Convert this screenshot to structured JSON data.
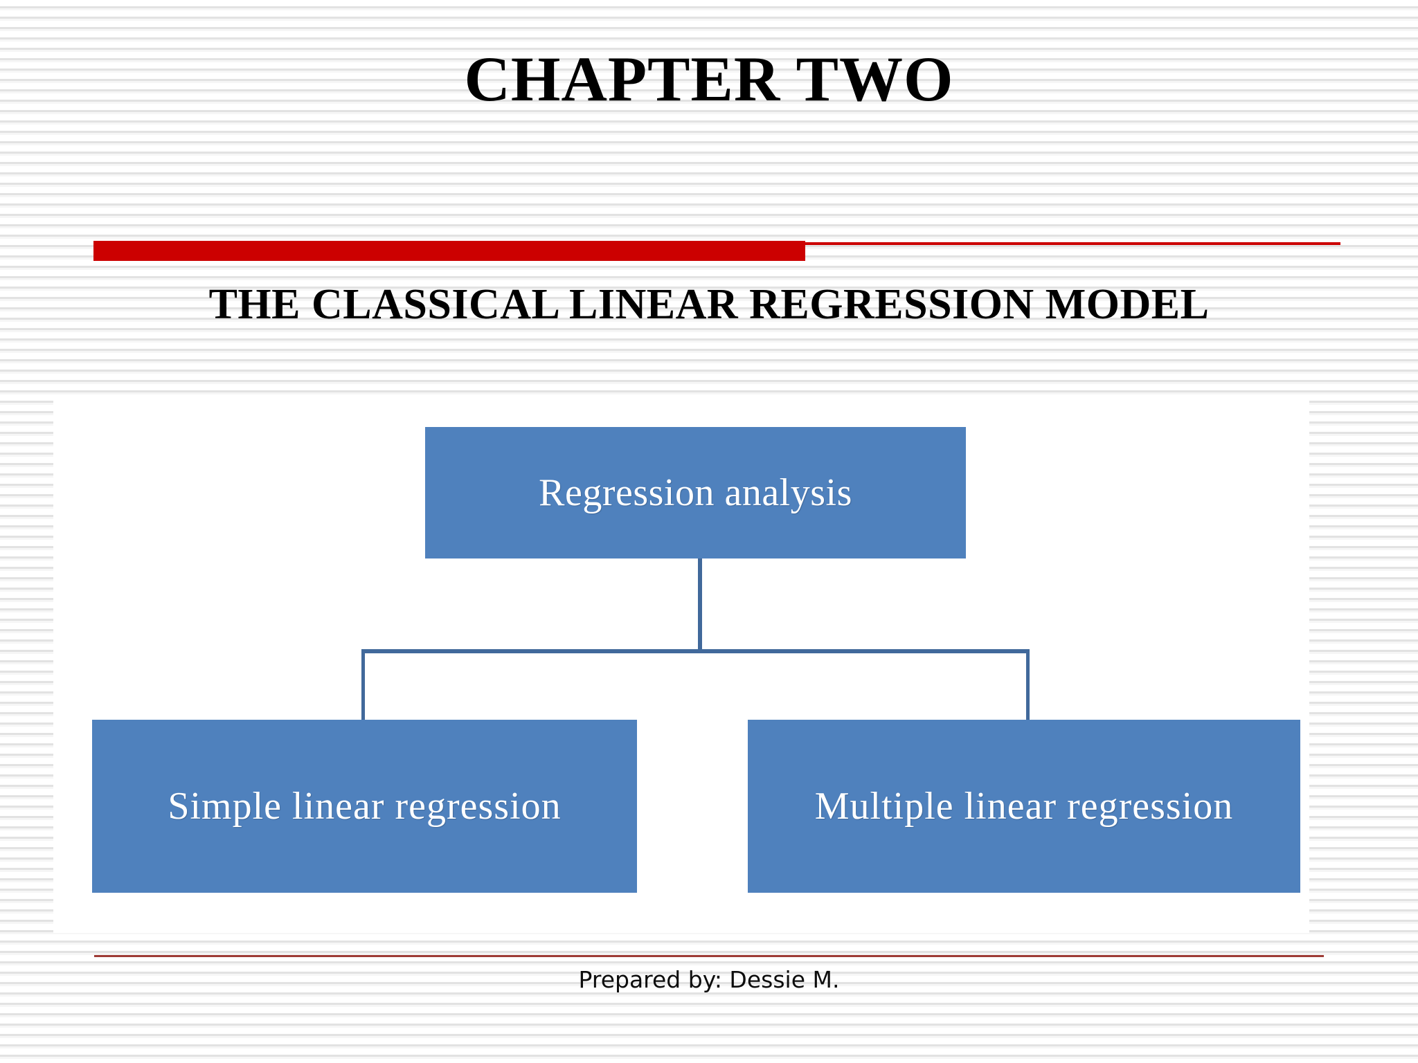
{
  "slide": {
    "title": "CHAPTER TWO",
    "subtitle": "THE CLASSICAL LINEAR REGRESSION MODEL",
    "footer": "Prepared by: Dessie M."
  },
  "colors": {
    "accent_red": "#cc0000",
    "footer_rule_red": "#9e3b35",
    "node_blue": "#4f81bd",
    "connector_blue": "#41699b",
    "title_text": "#000000",
    "node_text": "#ffffff"
  },
  "diagram": {
    "type": "tree",
    "root": {
      "label": "Regression analysis"
    },
    "children": [
      {
        "label": "Simple linear regression"
      },
      {
        "label": "Multiple linear regression"
      }
    ]
  }
}
